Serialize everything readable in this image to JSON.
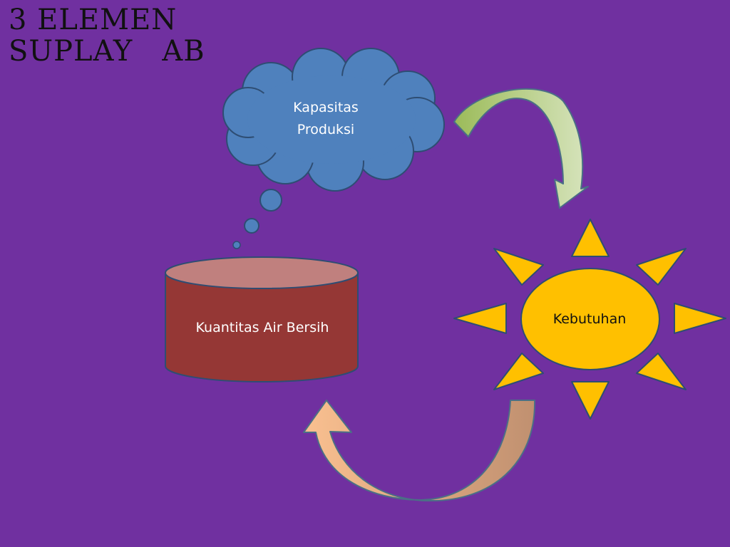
{
  "title": {
    "line1": "3 ELEMEN",
    "line2": "SUPLAY   AB"
  },
  "nodes": {
    "cloud": {
      "label_line1": "Kapasitas",
      "label_line2": "Produksi"
    },
    "cylinder": {
      "label": "Kuantitas Air Bersih"
    },
    "sun": {
      "label": "Kebutuhan"
    }
  },
  "colors": {
    "background": "#7030a0",
    "cloud": "#4f81bd",
    "cylinder_body": "#953735",
    "cylinder_top": "#c0807e",
    "sun": "#ffc000",
    "arrow_top": "#c3d69b",
    "arrow_bottom": "#fac090"
  }
}
